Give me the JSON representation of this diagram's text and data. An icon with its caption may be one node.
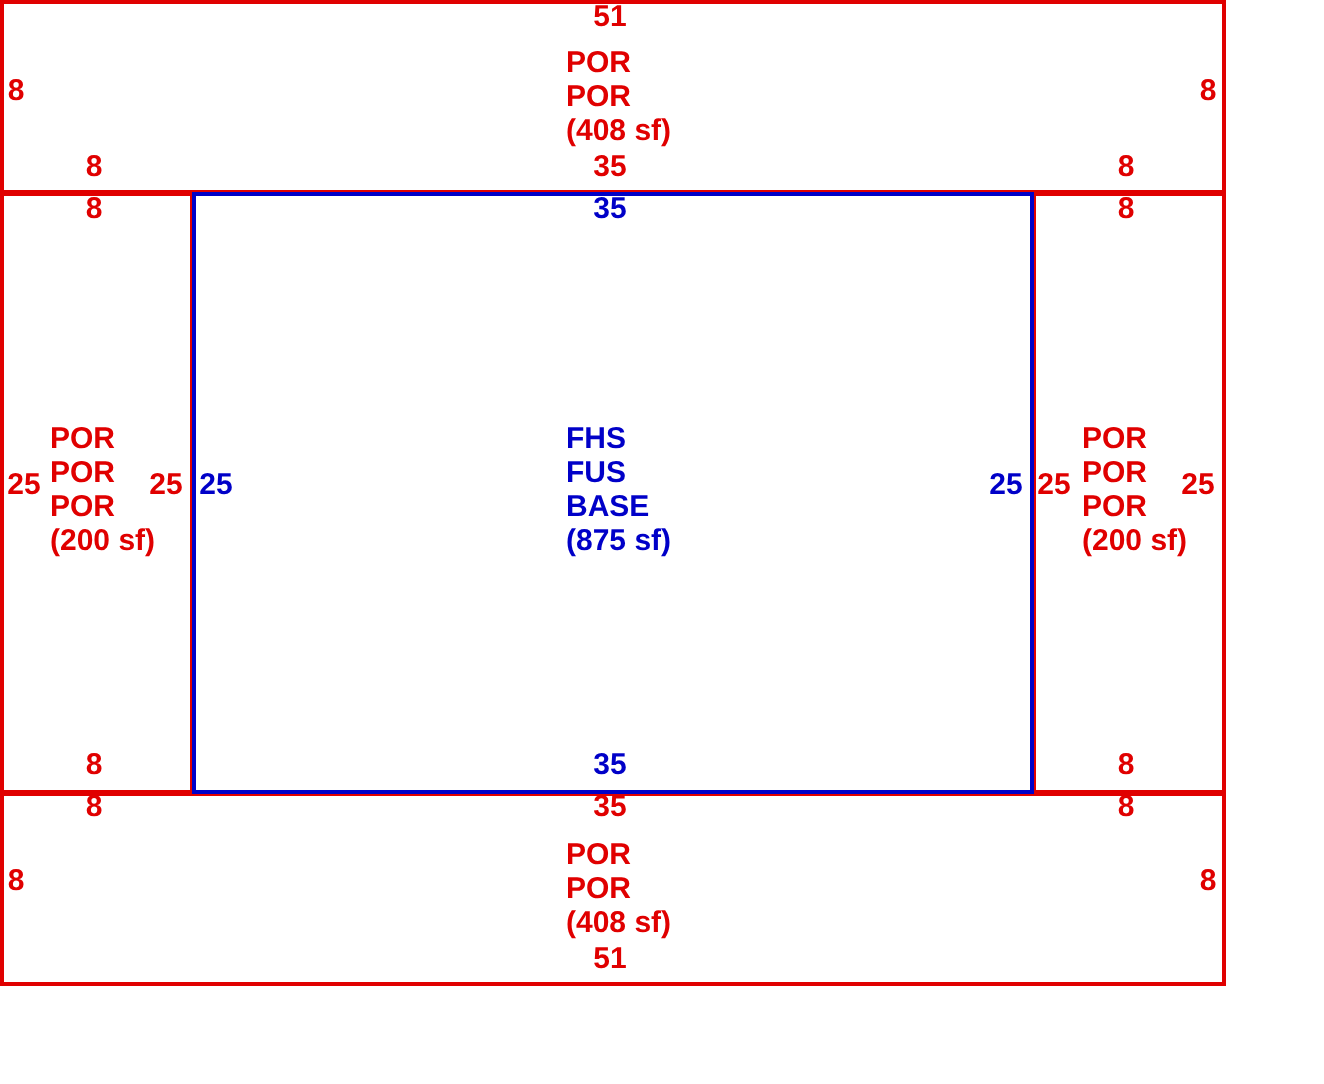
{
  "diagram": {
    "nodes": [
      {
        "text": [
          "51",
          "POR",
          "POR",
          "(408 sf)",
          "8",
          "8",
          "8",
          "35",
          "8"
        ]
      },
      {
        "text": [
          "8",
          "POR",
          "POR",
          "POR",
          "(200 sf)",
          "25",
          "25",
          "8"
        ]
      },
      {
        "text": [
          "35",
          "FHS",
          "FUS",
          "BASE",
          "(875 sf)",
          "25",
          "25",
          "35"
        ]
      },
      {
        "text": [
          "8",
          "POR",
          "POR",
          "POR",
          "(200 sf)",
          "25",
          "25",
          "8"
        ]
      },
      {
        "text": [
          "8",
          "35",
          "8",
          "POR",
          "POR",
          "(408 sf)",
          "8",
          "8",
          "51"
        ]
      }
    ]
  }
}
